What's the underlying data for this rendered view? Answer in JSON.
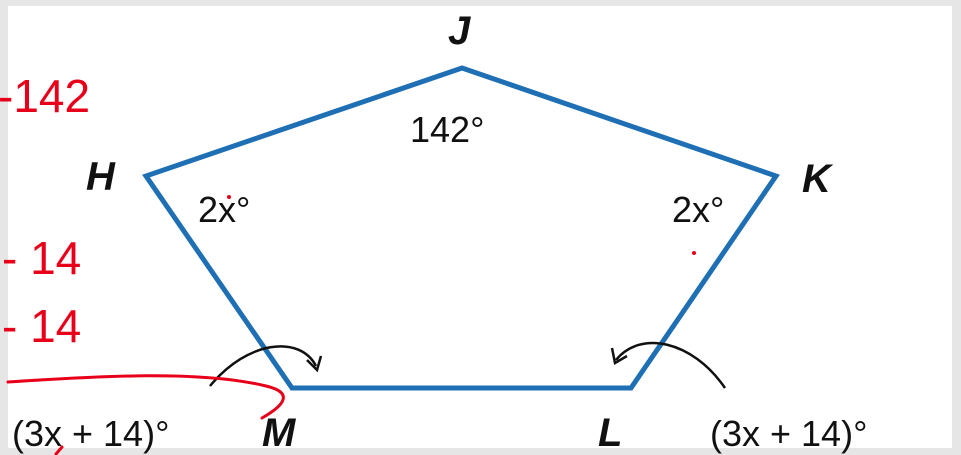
{
  "diagram": {
    "vertices": {
      "J": "J",
      "H": "H",
      "K": "K",
      "M": "M",
      "L": "L"
    },
    "angles": {
      "J": "142°",
      "H": "2x°",
      "K": "2x°",
      "M": "(3x + 14)°",
      "L": "(3x + 14)°"
    },
    "colors": {
      "polygon": "#1f6fb5",
      "ink": "#e8001a",
      "text": "#111111"
    }
  },
  "annotations": {
    "line1": "-142",
    "line2": "- 14",
    "line3": "- 14"
  }
}
